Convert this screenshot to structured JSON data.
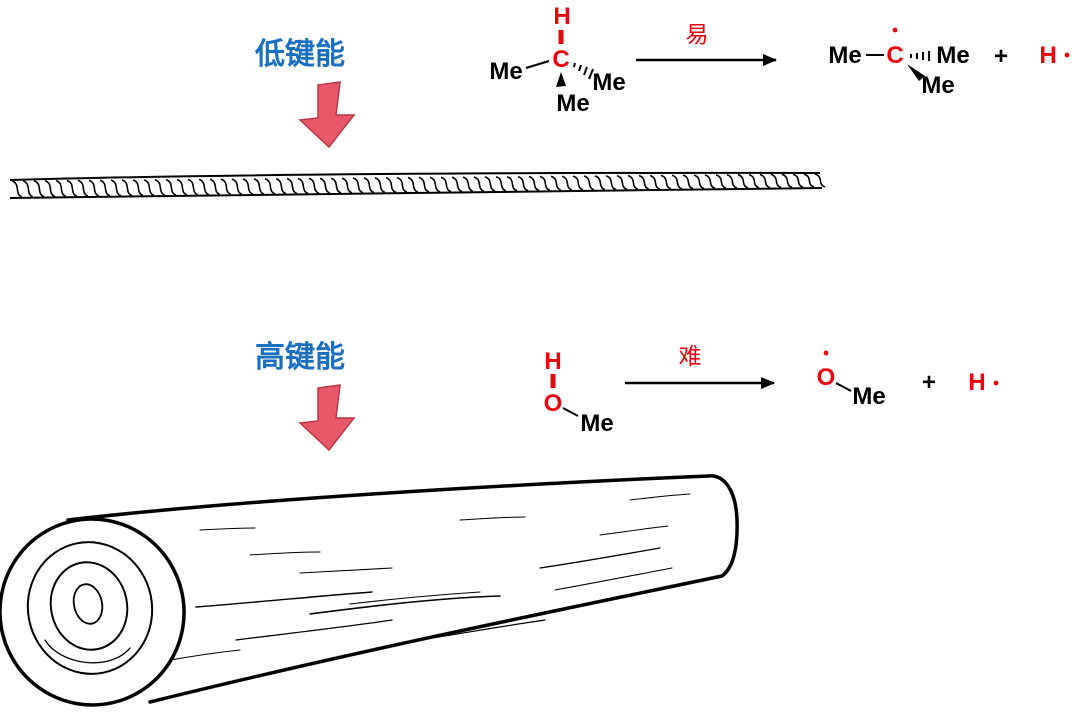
{
  "labels": {
    "low_bond_energy": "低键能",
    "high_bond_energy": "高键能"
  },
  "reaction1": {
    "condition": "易",
    "reactant": {
      "h": "H",
      "c": "C",
      "me_left": "Me",
      "me_right": "Me",
      "me_bottom": "Me"
    },
    "product": {
      "me_left": "Me",
      "c": "C",
      "me_right": "Me",
      "me_bottom": "Me"
    },
    "plus": "+",
    "radical": "H"
  },
  "reaction2": {
    "condition": "难",
    "reactant": {
      "h": "H",
      "o": "O",
      "me": "Me"
    },
    "product": {
      "o": "O",
      "me": "Me"
    },
    "plus": "+",
    "radical": "H"
  },
  "colors": {
    "heading": "#1b6fbf",
    "highlight": "#e8000b",
    "arrow_fill": "#e8576a",
    "arrow_stroke": "#b83748",
    "ink": "#000000"
  }
}
